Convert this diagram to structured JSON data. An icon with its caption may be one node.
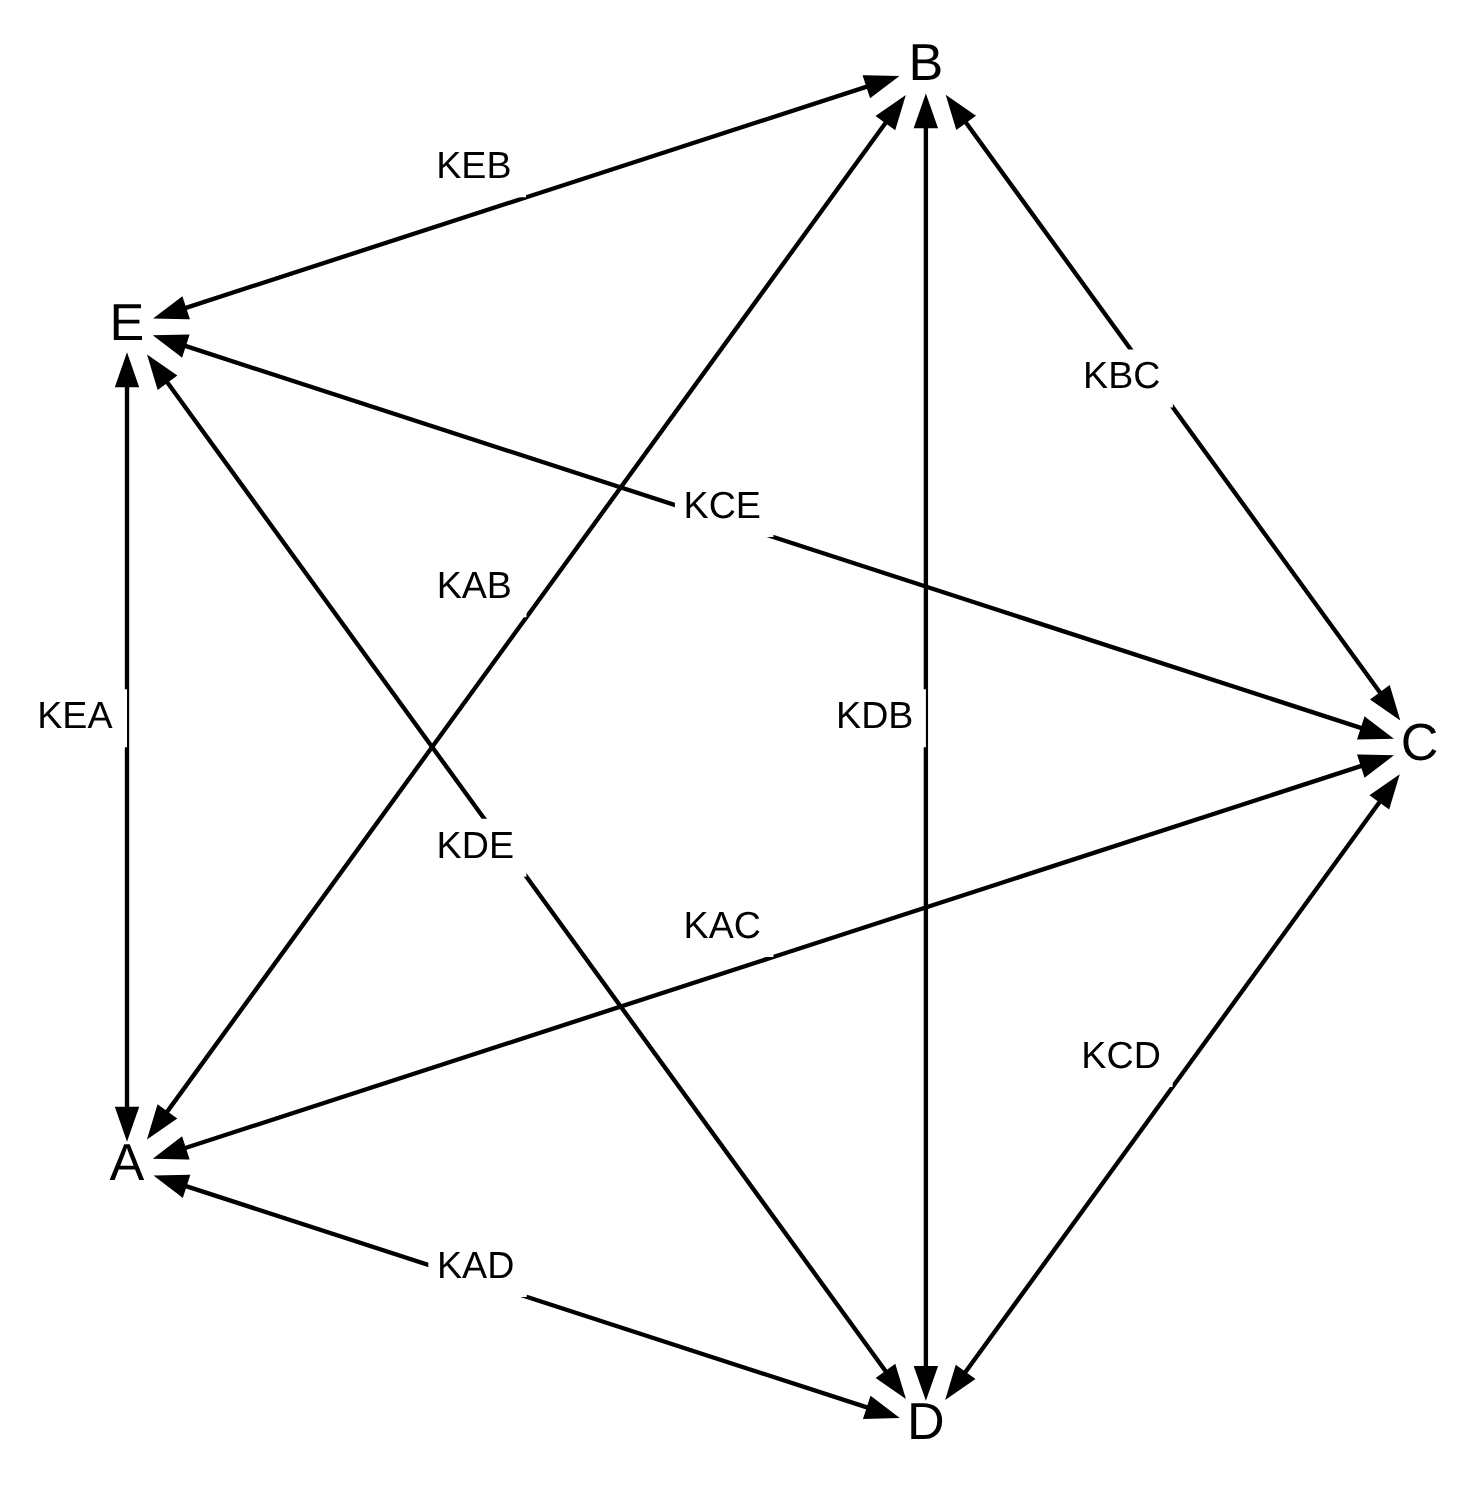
{
  "diagram": {
    "nodes": [
      {
        "text": [
          "D"
        ]
      },
      {
        "text": [
          "C"
        ]
      },
      {
        "text": [
          "E"
        ]
      },
      {
        "text": [
          "B"
        ]
      },
      {
        "text": [
          "A"
        ]
      }
    ],
    "edges": [
      {
        "from": 0,
        "to": 1,
        "arrow": "both",
        "label": "KCD"
      },
      {
        "from": 1,
        "to": 3,
        "arrow": "both",
        "label": "KBC"
      },
      {
        "from": 3,
        "to": 4,
        "arrow": "both",
        "label": "KAB"
      },
      {
        "from": 4,
        "to": 2,
        "arrow": "both",
        "label": "KEA"
      },
      {
        "from": 2,
        "to": 0,
        "arrow": "both",
        "label": "KDE"
      },
      {
        "from": 0,
        "to": 3,
        "arrow": "both",
        "label": "KDB"
      },
      {
        "from": 1,
        "to": 2,
        "arrow": "both",
        "label": "KCE"
      },
      {
        "from": 0,
        "to": 4,
        "arrow": "both",
        "label": "KAD"
      },
      {
        "from": 1,
        "to": 4,
        "arrow": "both",
        "label": "KAC"
      },
      {
        "from": 2,
        "to": 3,
        "arrow": "both",
        "label": "KEB"
      }
    ]
  }
}
